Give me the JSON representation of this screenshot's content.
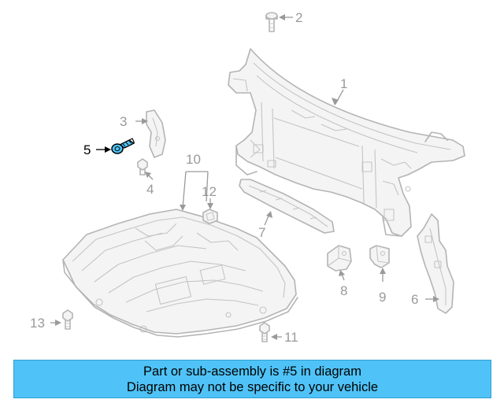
{
  "diagram": {
    "callouts": {
      "c1": "1",
      "c2": "2",
      "c3": "3",
      "c4": "4",
      "c5": "5",
      "c6": "6",
      "c7": "7",
      "c8": "8",
      "c9": "9",
      "c10": "10",
      "c11": "11",
      "c12": "12",
      "c13": "13"
    },
    "highlighted_part": "5",
    "colors": {
      "line": "#b4b4b4",
      "label": "#9a9a9a",
      "highlight_fill": "#4fc3f7",
      "highlight_stroke": "#000000"
    }
  },
  "banner": {
    "line1": "Part or sub-assembly is #5 in diagram",
    "line2": "Diagram may not be specific to your vehicle",
    "background": "#4fc3f7"
  }
}
